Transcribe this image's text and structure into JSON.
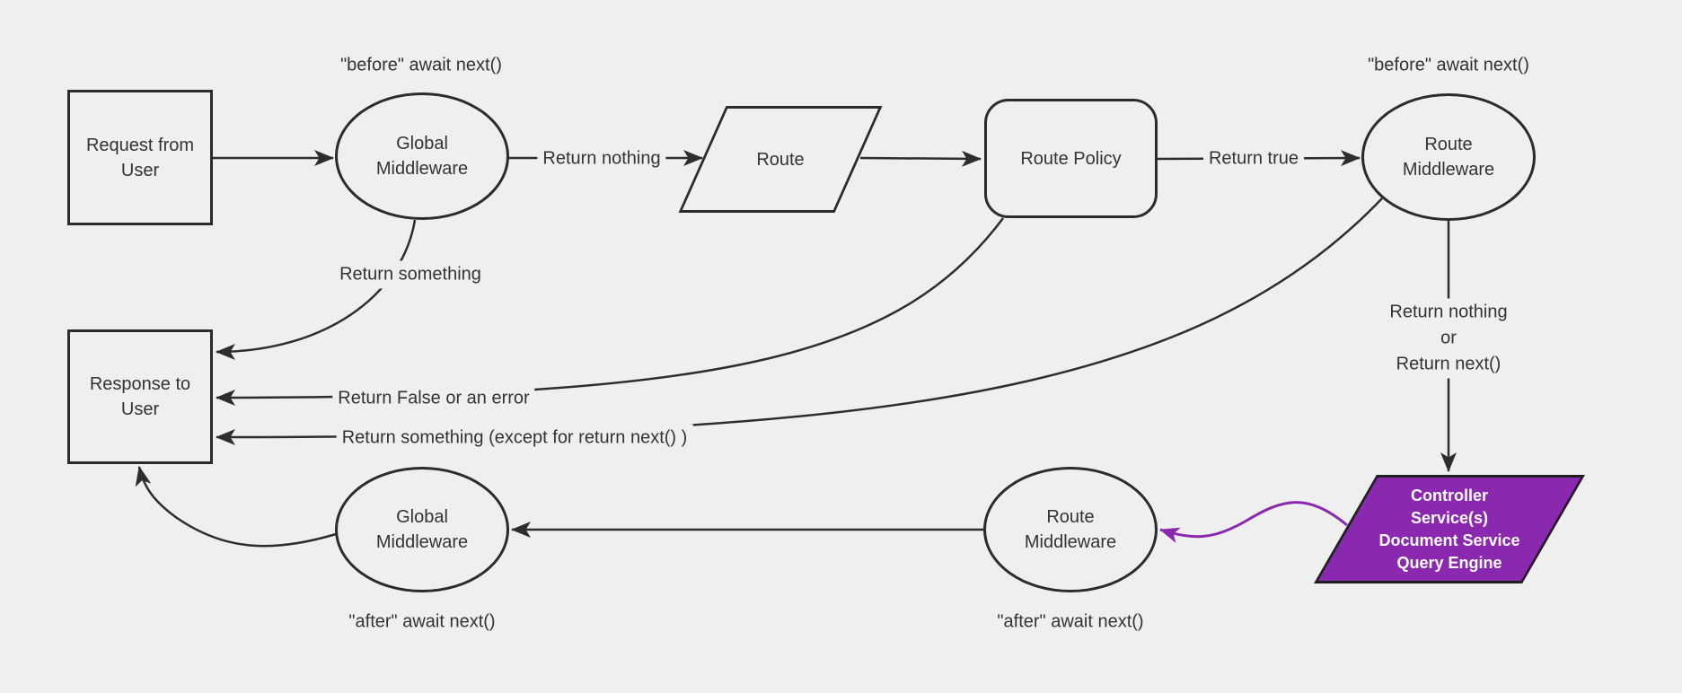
{
  "canvas": {
    "background": "#efefef",
    "line_color": "#2d2d2d",
    "text_color": "#333333",
    "accent_purple": "#8b28b0"
  },
  "nodes": {
    "request": {
      "lines": [
        "Request from",
        "User"
      ]
    },
    "global_mw_top": {
      "lines": [
        "Global",
        "Middleware"
      ]
    },
    "route": {
      "label": "Route"
    },
    "route_policy": {
      "label": "Route Policy"
    },
    "route_mw_top": {
      "lines": [
        "Route",
        "Middleware"
      ]
    },
    "controller": {
      "lines": [
        "Controller",
        "Service(s)",
        "Document Service",
        "Query Engine"
      ]
    },
    "response": {
      "lines": [
        "Response to",
        "User"
      ]
    },
    "global_mw_bottom": {
      "lines": [
        "Global",
        "Middleware"
      ]
    },
    "route_mw_bottom": {
      "lines": [
        "Route",
        "Middleware"
      ]
    }
  },
  "edge_labels": {
    "before_left": "\"before\" await next()",
    "before_right": "\"before\" await next()",
    "return_nothing": "Return nothing",
    "return_true": "Return true",
    "return_nothing_or": {
      "lines": [
        "Return nothing",
        "or",
        "Return next()"
      ]
    },
    "return_something": "Return something",
    "return_false": "Return False or an error",
    "return_something_except": "Return something (except for return next() )",
    "after_left": "\"after\" await next()",
    "after_right": "\"after\" await next()"
  }
}
